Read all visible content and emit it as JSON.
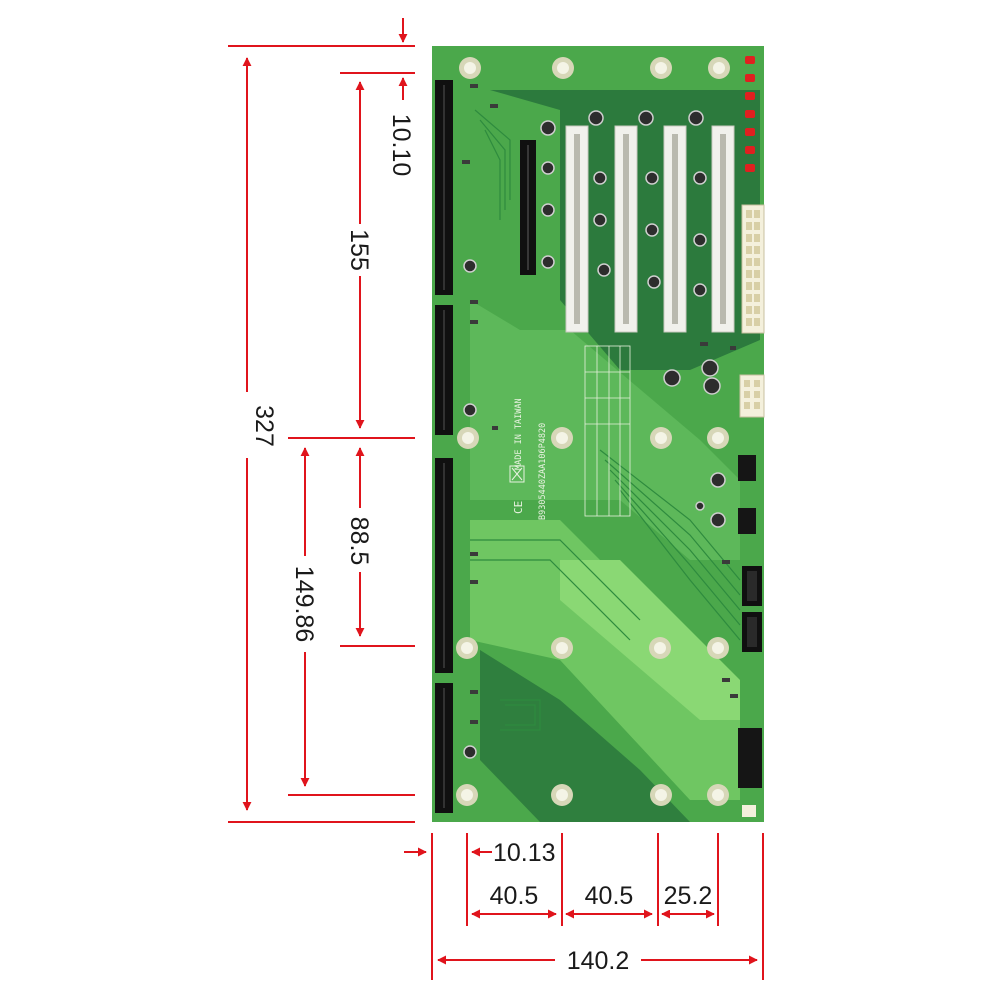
{
  "drawing": {
    "colors": {
      "dimension_line": "#e0141c",
      "dimension_text": "#1a1a1a",
      "pcb_base": "#4ba84b",
      "pcb_light": "#7fcf6a",
      "pcb_dark": "#1f6b35",
      "slot_white": "#f1f1ec",
      "slot_black": "#101010"
    },
    "vertical_dimensions": {
      "total_height": "327",
      "top_to_first_slot": "10.10",
      "upper_span": "155",
      "middle_span": "88.5",
      "lower_span": "149.86"
    },
    "horizontal_dimensions": {
      "left_offset": "10.13",
      "pitch_a": "40.5",
      "pitch_b": "40.5",
      "pitch_c": "25.2",
      "total_width": "140.2"
    }
  },
  "board": {
    "markings": {
      "origin": "MADE IN TAIWAN",
      "part_number": "B9305440ZAA106P4820",
      "ce_mark": "CE"
    }
  }
}
